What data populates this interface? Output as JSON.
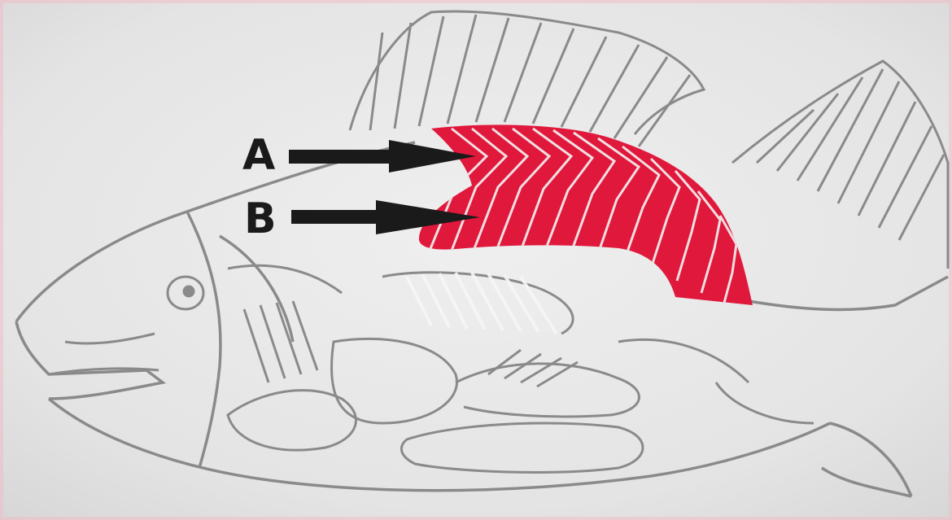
{
  "labels": [
    {
      "id": "A",
      "text": "A"
    },
    {
      "id": "B",
      "text": "B"
    }
  ],
  "colors": {
    "background": "#e9e9e9",
    "pencil": "#8a8a8a",
    "highlight": "#e0183c",
    "arrow": "#1a1a1a",
    "border_accent": "#f3b9c4"
  }
}
